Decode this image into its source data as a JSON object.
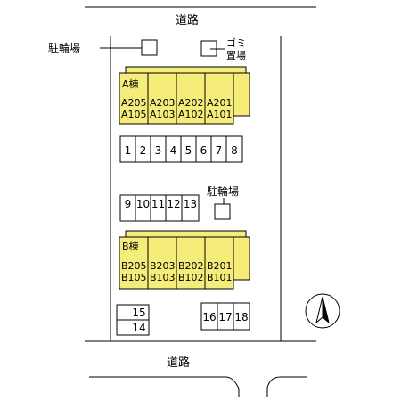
{
  "roads": {
    "top_label": "道路",
    "bottom_label": "道路"
  },
  "bicycle_parking": {
    "top_label": "駐輪場",
    "middle_label": "駐輪場"
  },
  "garbage": {
    "label_line1": "ゴミ",
    "label_line2": "置場"
  },
  "building_a": {
    "label": "A棟",
    "units": [
      {
        "upper": "A205",
        "lower": "A105"
      },
      {
        "upper": "A203",
        "lower": "A103"
      },
      {
        "upper": "A202",
        "lower": "A102"
      },
      {
        "upper": "A201",
        "lower": "A101"
      }
    ]
  },
  "building_b": {
    "label": "B棟",
    "units": [
      {
        "upper": "B205",
        "lower": "B105"
      },
      {
        "upper": "B203",
        "lower": "B103"
      },
      {
        "upper": "B202",
        "lower": "B102"
      },
      {
        "upper": "B201",
        "lower": "B101"
      }
    ]
  },
  "parking": {
    "row_top": [
      "1",
      "2",
      "3",
      "4",
      "5",
      "6",
      "7",
      "8"
    ],
    "row_middle": [
      "9",
      "10",
      "11",
      "12",
      "13"
    ],
    "pair_left": [
      "15",
      "14"
    ],
    "row_bottom_right": [
      "16",
      "17",
      "18"
    ]
  },
  "compass": {
    "direction": "north",
    "icon": "north-arrow-icon"
  },
  "colors": {
    "building_fill": "#f5ec7a",
    "line": "#000000"
  }
}
